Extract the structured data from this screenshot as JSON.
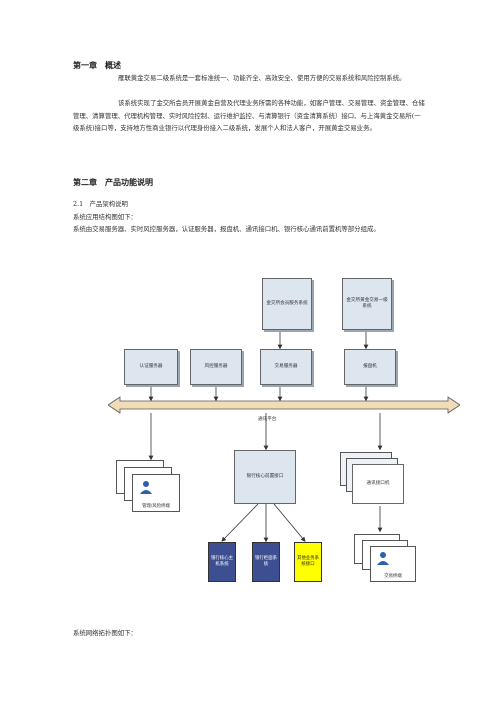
{
  "chapter1": {
    "title": "第一章　概述",
    "para1": "雁联黄金交易二级系统是一套标准统一、功能齐全、高效安全、使用方便的交易系统和风险控制系统。",
    "para2": "该系统实现了金交所会员开展黄金自营及代理业务所需的各种功能，如客户管理、交易管理、资金管理、仓储管理、清算管理、代理机构管理、实时风险控制、运行维护监控、与清算银行（资金清算系统）接口、与上海黄金交易所(一级系统)接口等，支持地方性商业银行以代理身份接入二级系统，发展个人和法人客户，开展黄金交易业务。"
  },
  "chapter2": {
    "title": "第二章　产品功能说明",
    "section": "2.1　产品架构说明",
    "line1": "系统应用结构图如下：",
    "line2": "系统由交易服务器、实时风控服务器，认证服务器，报盘机、通讯接口机、银行核心通讯前置机等部分组成。"
  },
  "diagram": {
    "top_boxes": [
      "金交所会员服务系统",
      "金交所黄金交易一级系统"
    ],
    "mid_boxes": [
      "认证服务器",
      "风控服务器",
      "交易服务器",
      "报盘机"
    ],
    "bus_label": "通讯平台",
    "left_terminal_label": "管理/风险终端",
    "bank_front_label": "银行核心前置接口",
    "comm_interface_label": "通讯接口机",
    "bottom_boxes": [
      "银行核心主机系统",
      "银行柜面系统",
      "其他业务系统接口"
    ],
    "right_terminal_label": "交易终端",
    "colors": {
      "box": "#dde5ef",
      "dark": "#3d4f91",
      "yellow": "#ffff00",
      "bus": "#f2dcb8"
    }
  },
  "footer_line": "系统网络拓扑图如下："
}
